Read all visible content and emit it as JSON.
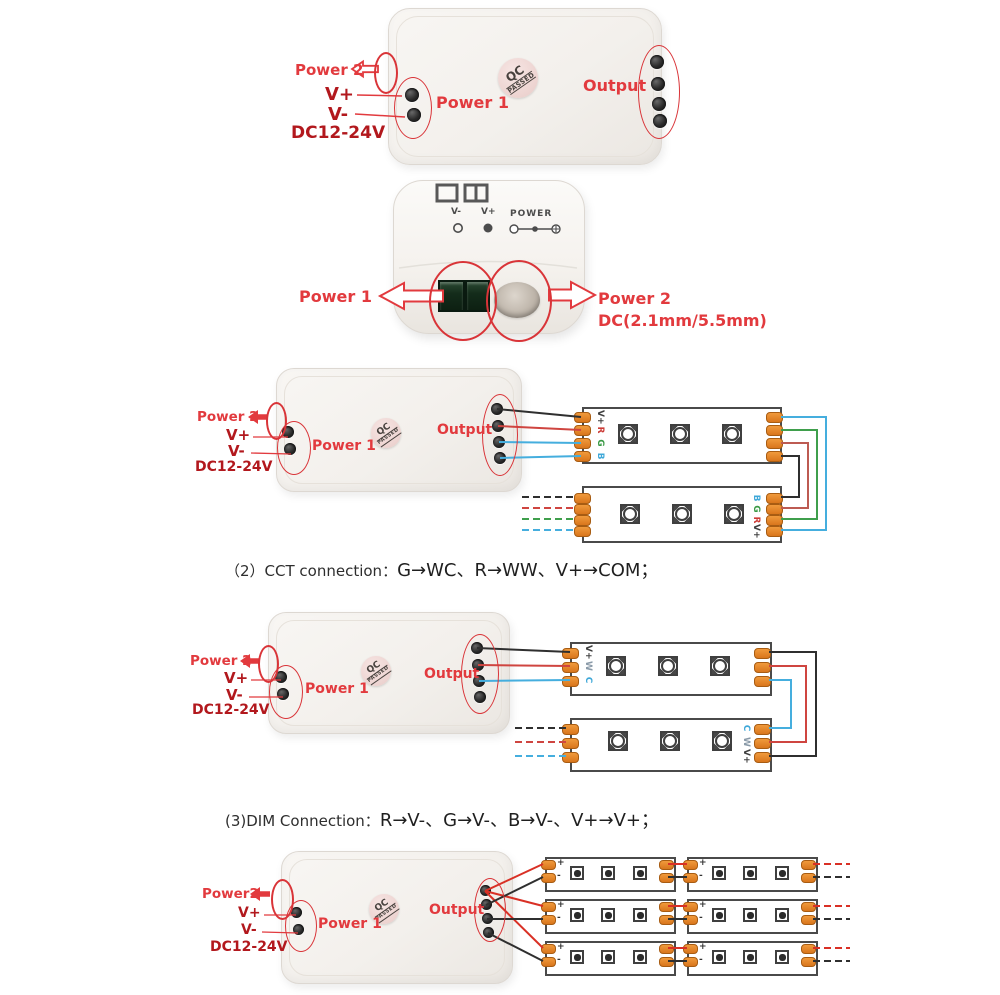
{
  "colors": {
    "annotation_red": "#e23a3e",
    "label_dark_red": "#b2181d",
    "note_text": "#2e2e2e",
    "wire_black": "#2f2f2f",
    "wire_red": "#cf4540",
    "wire_red_bright": "#d93025",
    "wire_cyan": "#45aede",
    "wire_green": "#3f9f4c",
    "wire_brick": "#bd5b52",
    "pad_orange": "#e8882a",
    "label_vplus": "#3f3f3f",
    "label_r": "#cc3b36",
    "label_g": "#3a9a45",
    "label_b": "#3fa8d8",
    "label_w": "#8a9aa8",
    "label_c": "#3fa8d8"
  },
  "section_top": {
    "power2": "Power 2",
    "v_plus": "V+",
    "v_minus": "V-",
    "dc_range": "DC12-24V",
    "power1": "Power 1",
    "output": "Output",
    "qc_top": "QC",
    "qc_bottom": "PASSED"
  },
  "section_bottom": {
    "power1": "Power 1",
    "power2": "Power 2",
    "dc_size": "DC(2.1mm/5.5mm)",
    "v_minus": "V-",
    "v_plus": "V+",
    "power": "POWER"
  },
  "section_rgb": {
    "power2": "Power 2",
    "v_plus": "V+",
    "v_minus": "V-",
    "dc_range": "DC12-24V",
    "power1": "Power 1",
    "output": "Output",
    "qc_top": "QC",
    "qc_bottom": "PASSED",
    "strip1_labels": [
      "V+",
      "R",
      "G",
      "B"
    ],
    "strip2_labels": [
      "B",
      "G",
      "R",
      "V+"
    ]
  },
  "note_cct": {
    "prefix": "（2）CCT connection：",
    "mapping": "G→WC、R→WW、V+→COM；"
  },
  "section_cct": {
    "power2": "Power 2",
    "v_plus": "V+",
    "v_minus": "V-",
    "dc_range": "DC12-24V",
    "power1": "Power 1",
    "output": "Output",
    "qc_top": "QC",
    "qc_bottom": "PASSED",
    "strip1_labels": [
      "V+",
      "W",
      "C"
    ],
    "strip2_labels": [
      "C",
      "W",
      "V+"
    ]
  },
  "note_dim": {
    "prefix": "(3)DIM Connection：",
    "mapping": "R→V-、G→V-、B→V-、V+→V+；"
  },
  "section_dim": {
    "power2": "Power2",
    "v_plus": "V+",
    "v_minus": "V-",
    "dc_range": "DC12-24V",
    "power1": "Power 1",
    "output": "Output",
    "qc_top": "QC",
    "qc_bottom": "PASSED",
    "plus": "+",
    "minus": "-"
  }
}
